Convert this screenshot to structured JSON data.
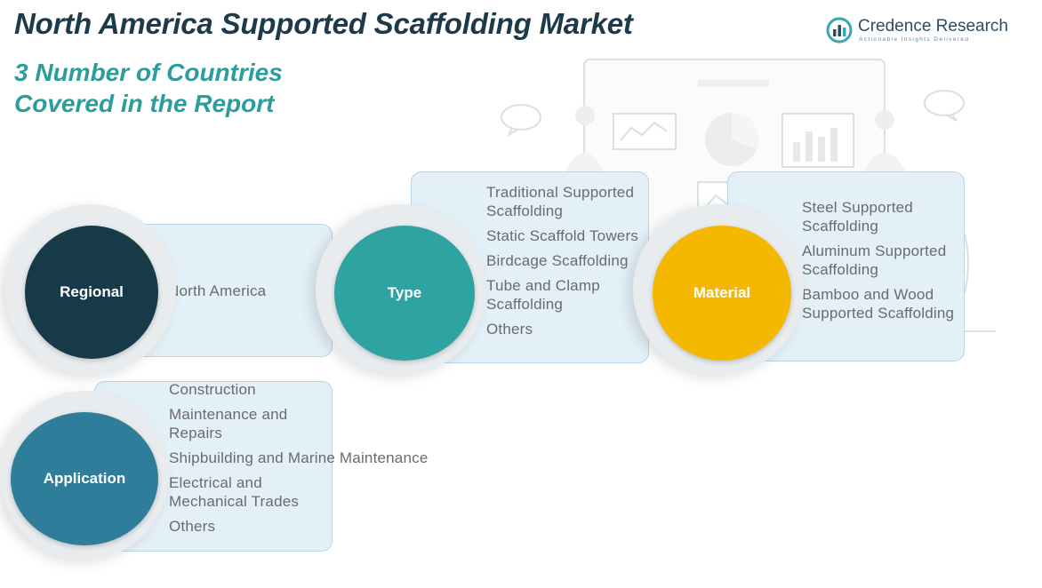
{
  "header": {
    "title": "North America Supported Scaffolding Market",
    "subtitle_line1": "3 Number of Countries",
    "subtitle_line2": "Covered in the Report"
  },
  "logo": {
    "name_part1": "Credence",
    "name_part2": " Research",
    "tagline": "Actionable Insights Delivered"
  },
  "colors": {
    "regional": "#173a48",
    "type": "#2ea3a2",
    "material": "#f5b800",
    "application": "#2e7d9a",
    "card_bg": "#e3f0f7",
    "title": "#1d3a4a",
    "subtitle": "#2a9d9c"
  },
  "segments": {
    "regional": {
      "label": "Regional",
      "items": [
        "North America"
      ]
    },
    "type": {
      "label": "Type",
      "items": [
        "Traditional Supported Scaffolding",
        "Static Scaffold Towers",
        "Birdcage Scaffolding",
        "Tube and Clamp Scaffolding",
        "Others"
      ]
    },
    "material": {
      "label": "Material",
      "items": [
        "Steel Supported Scaffolding",
        "Aluminum Supported Scaffolding",
        "Bamboo and Wood Supported Scaffolding"
      ]
    },
    "application": {
      "label": "Application",
      "items": [
        "Construction",
        "Maintenance and Repairs",
        "Shipbuilding and Marine Maintenance",
        "Electrical and Mechanical Trades",
        "Others"
      ]
    }
  }
}
